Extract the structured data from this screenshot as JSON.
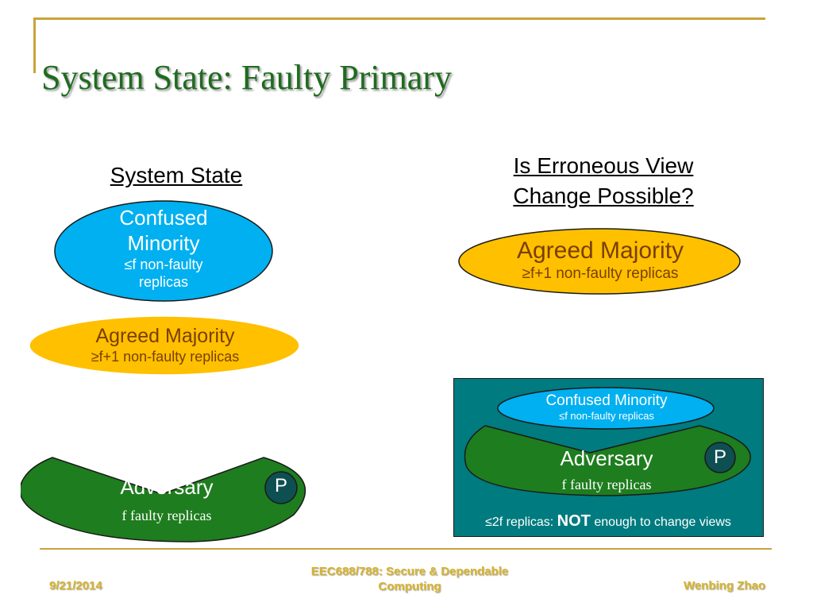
{
  "slide": {
    "title": "System State: Faulty Primary",
    "left_heading": "System State",
    "right_heading_line1": "Is Erroneous View",
    "right_heading_line2": "Change Possible?"
  },
  "left": {
    "confused": {
      "line1": "Confused",
      "line2": "Minority",
      "line3": "≤f non-faulty",
      "line4": "replicas"
    },
    "agreed": {
      "label": "Agreed Majority",
      "sub": "≥f+1 non-faulty replicas"
    },
    "adversary": {
      "label": "Adversary",
      "sub": "f  faulty replicas",
      "primary": "P"
    }
  },
  "right": {
    "agreed": {
      "label": "Agreed Majority",
      "sub": "≥f+1 non-faulty replicas"
    },
    "confused": {
      "label": "Confused Minority",
      "sub": "≤f non-faulty replicas"
    },
    "adversary": {
      "label": "Adversary",
      "sub": "f  faulty replicas",
      "primary": "P"
    },
    "note_prefix": "≤2f replicas: ",
    "note_bold": "NOT",
    "note_suffix": " enough to change views"
  },
  "footer": {
    "date": "9/21/2014",
    "course_line1": "EEC688/788: Secure & Dependable",
    "course_line2": "Computing",
    "author": "Wenbing Zhao"
  },
  "colors": {
    "accent_gold": "#c8a43c",
    "title_green": "#1f6b1f",
    "cyan": "#00b0f0",
    "orange": "#ffc000",
    "green": "#1e7d1e",
    "teal": "#007b7f",
    "dark_teal": "#0e4f52"
  }
}
